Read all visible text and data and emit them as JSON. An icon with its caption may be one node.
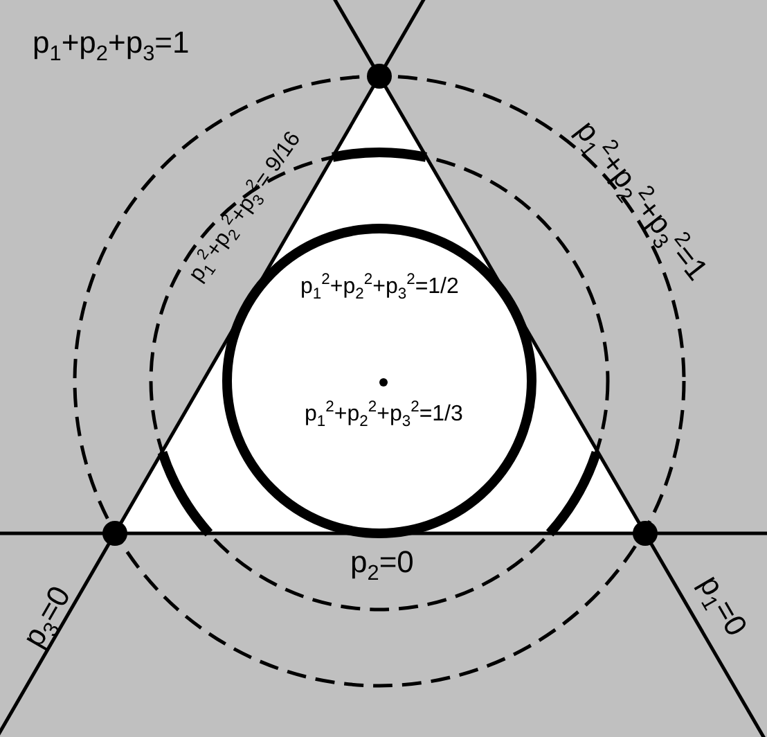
{
  "diagram": {
    "labels": [
      "p$_{1}$+p$_{2}$+p$_{3}$=1",
      "p$_{1}$$^{2}$+p$_{2}$$^{2}$+p$_{3}$$^{2}$=1",
      "p$_{1}$$^{2}$+p$_{2}$$^{2}$+p$_{3}$$^{2}$= 9/16",
      "p$_{1}$$^{2}$+p$_{2}$$^{2}$+p$_{3}$$^{2}$=1/2",
      "p$_{1}$$^{2}$+p$_{2}$$^{2}$+p$_{3}$$^{2}$=1/3",
      "p$_{2}$=0",
      "p$_{3}$=0",
      "p$_{1}$=0"
    ]
  }
}
